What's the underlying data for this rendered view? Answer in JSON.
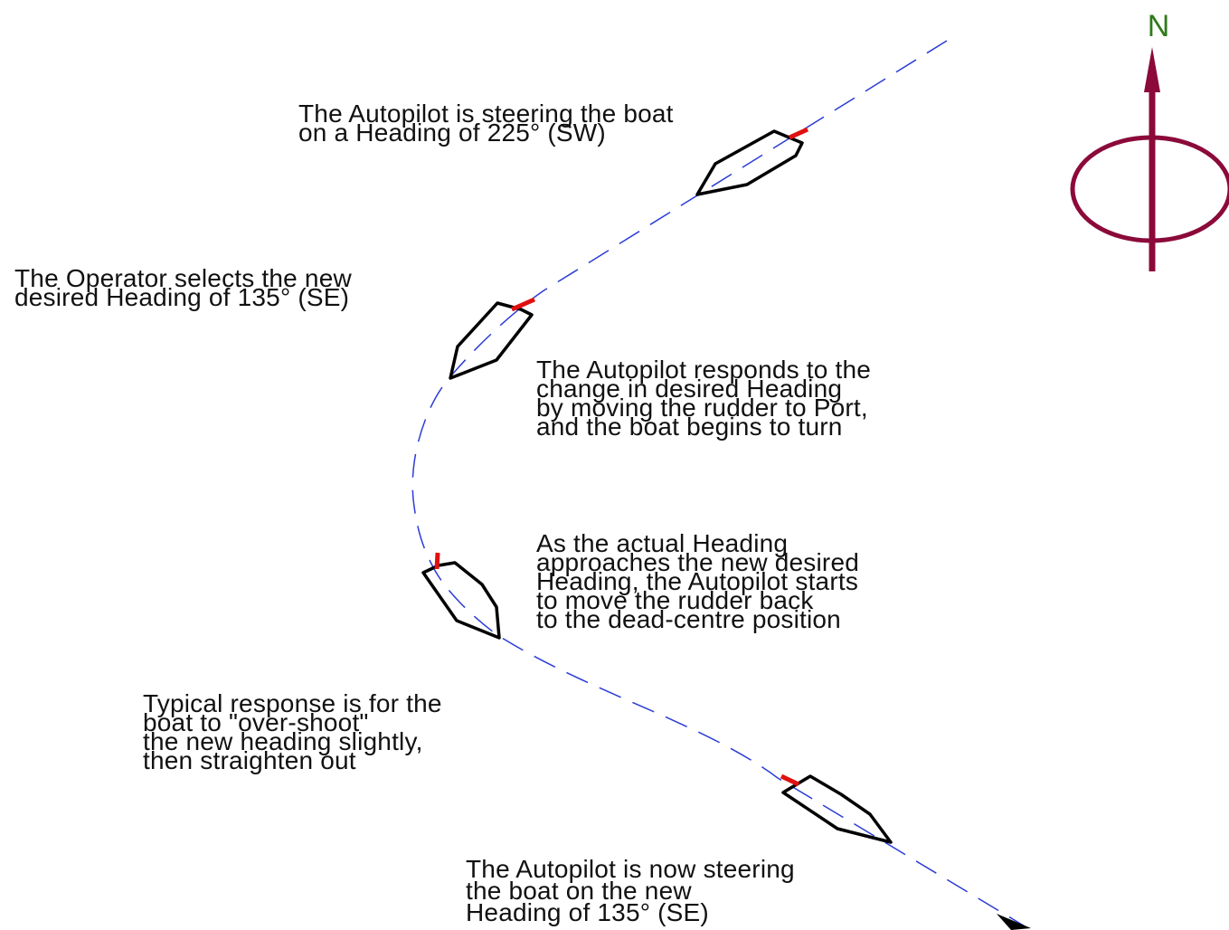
{
  "compass": {
    "label": "N",
    "label_color": "#2f7a1a",
    "arrow_color": "#8b0a3a",
    "icon": "north-compass-icon"
  },
  "path": {
    "color": "#2b3cd6",
    "style": "dashed"
  },
  "boats": {
    "hull_color": "#000000",
    "rudder_color": "#e01010",
    "count": 4
  },
  "captions": [
    {
      "id": "caption-initial-heading",
      "lines": [
        "The Autopilot is steering the boat",
        "on a Heading of 225° (SW)"
      ]
    },
    {
      "id": "caption-operator-selects",
      "lines": [
        "The Operator selects the new",
        "desired Heading of 135° (SE)"
      ]
    },
    {
      "id": "caption-autopilot-responds",
      "lines": [
        "The Autopilot responds to the",
        "change in desired Heading",
        "by moving the rudder to Port,",
        "and the boat begins to turn"
      ]
    },
    {
      "id": "caption-approaching",
      "lines": [
        "As the actual Heading",
        "approaches the new desired",
        "Heading, the Autopilot starts",
        "to move the rudder back",
        "to the dead-centre position"
      ]
    },
    {
      "id": "caption-overshoot",
      "lines": [
        "Typical response is for the",
        "boat to \"over-shoot\"",
        "the new heading slightly,",
        "then straighten out"
      ]
    },
    {
      "id": "caption-new-heading",
      "lines": [
        "The Autopilot is now steering",
        "the boat on the new",
        "Heading of 135° (SE)"
      ]
    }
  ]
}
